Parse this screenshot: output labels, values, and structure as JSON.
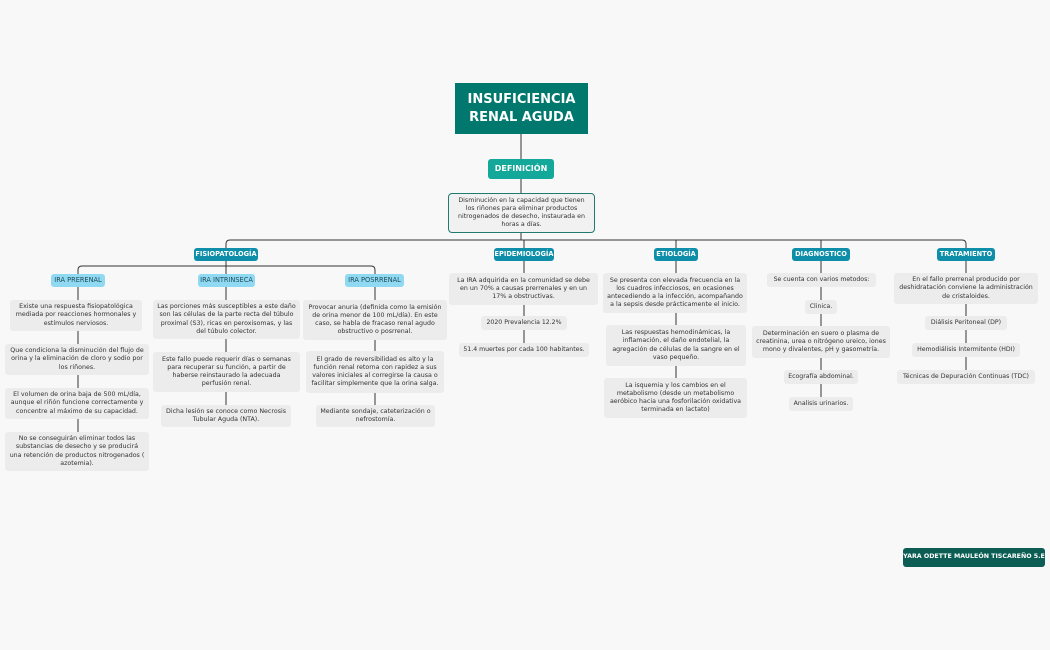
{
  "title": "INSUFICIENCIA RENAL AGUDA",
  "definition": {
    "label": "DEFINICIÓN",
    "text": "Disminución en la capacidad que tienen los riñones para eliminar productos nitrogenados de desecho, instaurada en horas a días."
  },
  "branches": {
    "fisiopatologia": {
      "label": "FISIOPATOLOGÍA",
      "prerenal": {
        "label": "IRA PRERENAL",
        "items": [
          "Existe una respuesta fisiopatológica mediada por reacciones hormonales y estímulos nerviosos.",
          "Que condiciona la disminución del flujo de orina y la eliminación de cloro y sodio por los riñones.",
          "El volumen de orina baja de 500 mL/día, aunque el riñón funcione correctamente y concentre al máximo de su capacidad.",
          "No se conseguirán eliminar todos las substancias de desecho y se producirá una retención de productos nitrogenados ( azotemia)."
        ]
      },
      "intrinseca": {
        "label": "IRA INTRINSECA",
        "items": [
          "Las porciones más susceptibles a este daño son las células de la parte recta del túbulo proximal (S3), ricas en peroxisomas, y las del túbulo colector.",
          "Este fallo puede requerir días o semanas para recuperar su función, a partir de haberse reinstaurado la adecuada perfusión renal.",
          "Dicha lesión se conoce como Necrosis Tubular Aguda (NTA)."
        ]
      },
      "posrrenal": {
        "label": "IRA POSRRENAL",
        "items": [
          "Provocar anuria (definida como la emisión de orina menor de 100 mL/día). En este caso, se habla de fracaso renal agudo obstructivo o posrrenal.",
          "El grado de reversibilidad es alto y la función renal retorna con rapidez a sus valores iniciales al corregirse la causa o facilitar simplemente que la orina salga.",
          "Mediante sondaje, cateterización o nefrostomía."
        ]
      }
    },
    "epidemiologia": {
      "label": "EPIDEMIOLOGÍA",
      "items": [
        "La IRA adquirida en la comunidad se debe en un 70% a causas prerrenales y en un 17% a obstructivas.",
        "2020 Prevalencia 12.2%",
        "51.4 muertes por cada 100 habitantes."
      ]
    },
    "etiologia": {
      "label": "ETIOLOGÍA",
      "items": [
        "Se presenta con elevada frecuencia en la los cuadros infecciosos, en ocasiones antecediendo a la infección, acompañando a la sepsis desde prácticamente el inicio.",
        "Las respuestas hemodinámicas, la inflamación, el daño endotelial, la agregación de células de la sangre en el vaso pequeño.",
        "La isquemia y los cambios en el metabolismo (desde un metabolismo aeróbico hacia una fosforilación oxidativa terminada en lactato)"
      ]
    },
    "diagnostico": {
      "label": "DIAGNOSTICO",
      "items": [
        "Se cuenta con varios metodos:",
        "Clinica.",
        "Determinación en suero o plasma de creatinina, urea o nitrógeno ureico, iones mono y divalentes, pH y gasometría.",
        "Ecografía abdominal.",
        "Analisis urinarios."
      ]
    },
    "tratamiento": {
      "label": "TRATAMIENTO",
      "items": [
        "En el fallo prerrenal producido por deshidratación conviene la administración de cristaloides.",
        "Diálisis Peritoneal (DP)",
        "Hemodiálisis Intermitente (HDI)",
        "Técnicas de Depuración Continuas (TDC)"
      ]
    }
  },
  "author": "YARA ODETTE MAULEÓN TISCAREÑO 5.E",
  "colors": {
    "title": "#00786d",
    "definition_label": "#13a899",
    "branch": "#0e8ea8",
    "subbranch": "#8fdaf2",
    "leaf": "#ececec",
    "author": "#0c5e55",
    "line": "#333333"
  }
}
